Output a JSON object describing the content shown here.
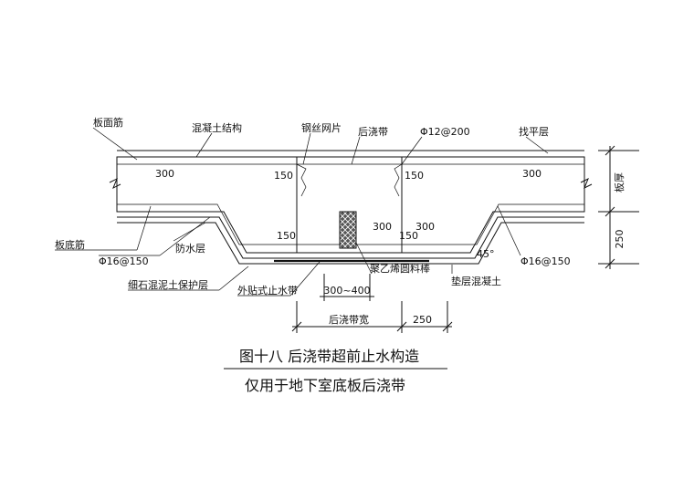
{
  "labels": {
    "top_rebar": "板面筋",
    "concrete_structure": "混凝土结构",
    "wire_mesh": "钢丝网片",
    "post_pour_strip": "后浇带",
    "rebar_top_spec": "Φ12@200",
    "leveling_layer": "找平层",
    "bottom_rebar": "板底筋",
    "rebar_left_spec": "Φ16@150",
    "waterproof_layer": "防水层",
    "protective_layer": "细石混泥土保护层",
    "external_waterstop": "外贴式止水带",
    "polyethylene_rod": "聚乙烯圆料棒",
    "cushion_concrete": "垫层混凝土",
    "rebar_right_spec": "Φ16@150",
    "slab_thickness": "板厚"
  },
  "dims": {
    "d300_left": "300",
    "d150_left_top": "150",
    "d150_left_bottom": "150",
    "d150_right_top": "150",
    "d300_right": "300",
    "d300_center_left": "300",
    "d150_center": "150",
    "d300_center_right": "300",
    "width_range": "300~400",
    "strip_width": "后浇带宽",
    "d250_bottom": "250",
    "d250_side": "250",
    "angle": "45°"
  },
  "title": {
    "line1": "图十八 后浇带超前止水构造",
    "line2": "仅用于地下室底板后浇带"
  }
}
